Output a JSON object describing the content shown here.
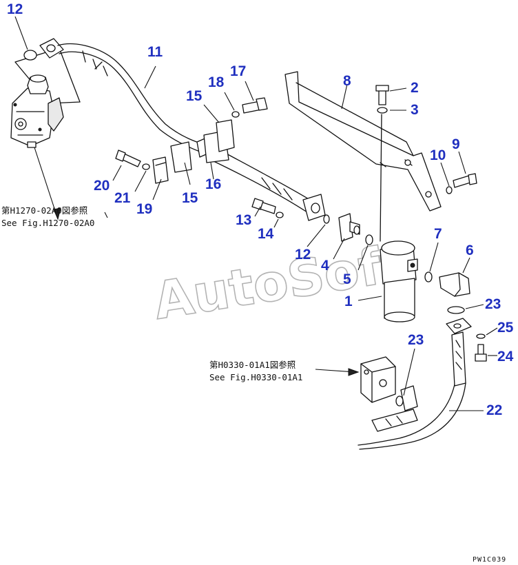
{
  "callouts": [
    {
      "id": "c12a",
      "text": "12"
    },
    {
      "id": "c11",
      "text": "11"
    },
    {
      "id": "c18",
      "text": "18"
    },
    {
      "id": "c17",
      "text": "17"
    },
    {
      "id": "c15a",
      "text": "15"
    },
    {
      "id": "c15b",
      "text": "15"
    },
    {
      "id": "c16",
      "text": "16"
    },
    {
      "id": "c8",
      "text": "8"
    },
    {
      "id": "c2",
      "text": "2"
    },
    {
      "id": "c3",
      "text": "3"
    },
    {
      "id": "c10",
      "text": "10"
    },
    {
      "id": "c9",
      "text": "9"
    },
    {
      "id": "c20",
      "text": "20"
    },
    {
      "id": "c21",
      "text": "21"
    },
    {
      "id": "c19",
      "text": "19"
    },
    {
      "id": "c13",
      "text": "13"
    },
    {
      "id": "c14",
      "text": "14"
    },
    {
      "id": "c12b",
      "text": "12"
    },
    {
      "id": "c4",
      "text": "4"
    },
    {
      "id": "c5",
      "text": "5"
    },
    {
      "id": "c7",
      "text": "7"
    },
    {
      "id": "c6",
      "text": "6"
    },
    {
      "id": "c1",
      "text": "1"
    },
    {
      "id": "c23a",
      "text": "23"
    },
    {
      "id": "c25",
      "text": "25"
    },
    {
      "id": "c24",
      "text": "24"
    },
    {
      "id": "c23b",
      "text": "23"
    },
    {
      "id": "c22",
      "text": "22"
    }
  ],
  "references": {
    "ref1_jp": "第H1270-02A0図参照",
    "ref1_en": "See Fig.H1270-02A0",
    "ref2_jp": "第H0330-01A1図参照",
    "ref2_en": "See Fig.H0330-01A1"
  },
  "watermark": "AutoSoft",
  "drawing_code": "PW1C039",
  "colors": {
    "callout": "#1f2fbf",
    "line": "#111111",
    "watermark": "#9a9a9a"
  }
}
